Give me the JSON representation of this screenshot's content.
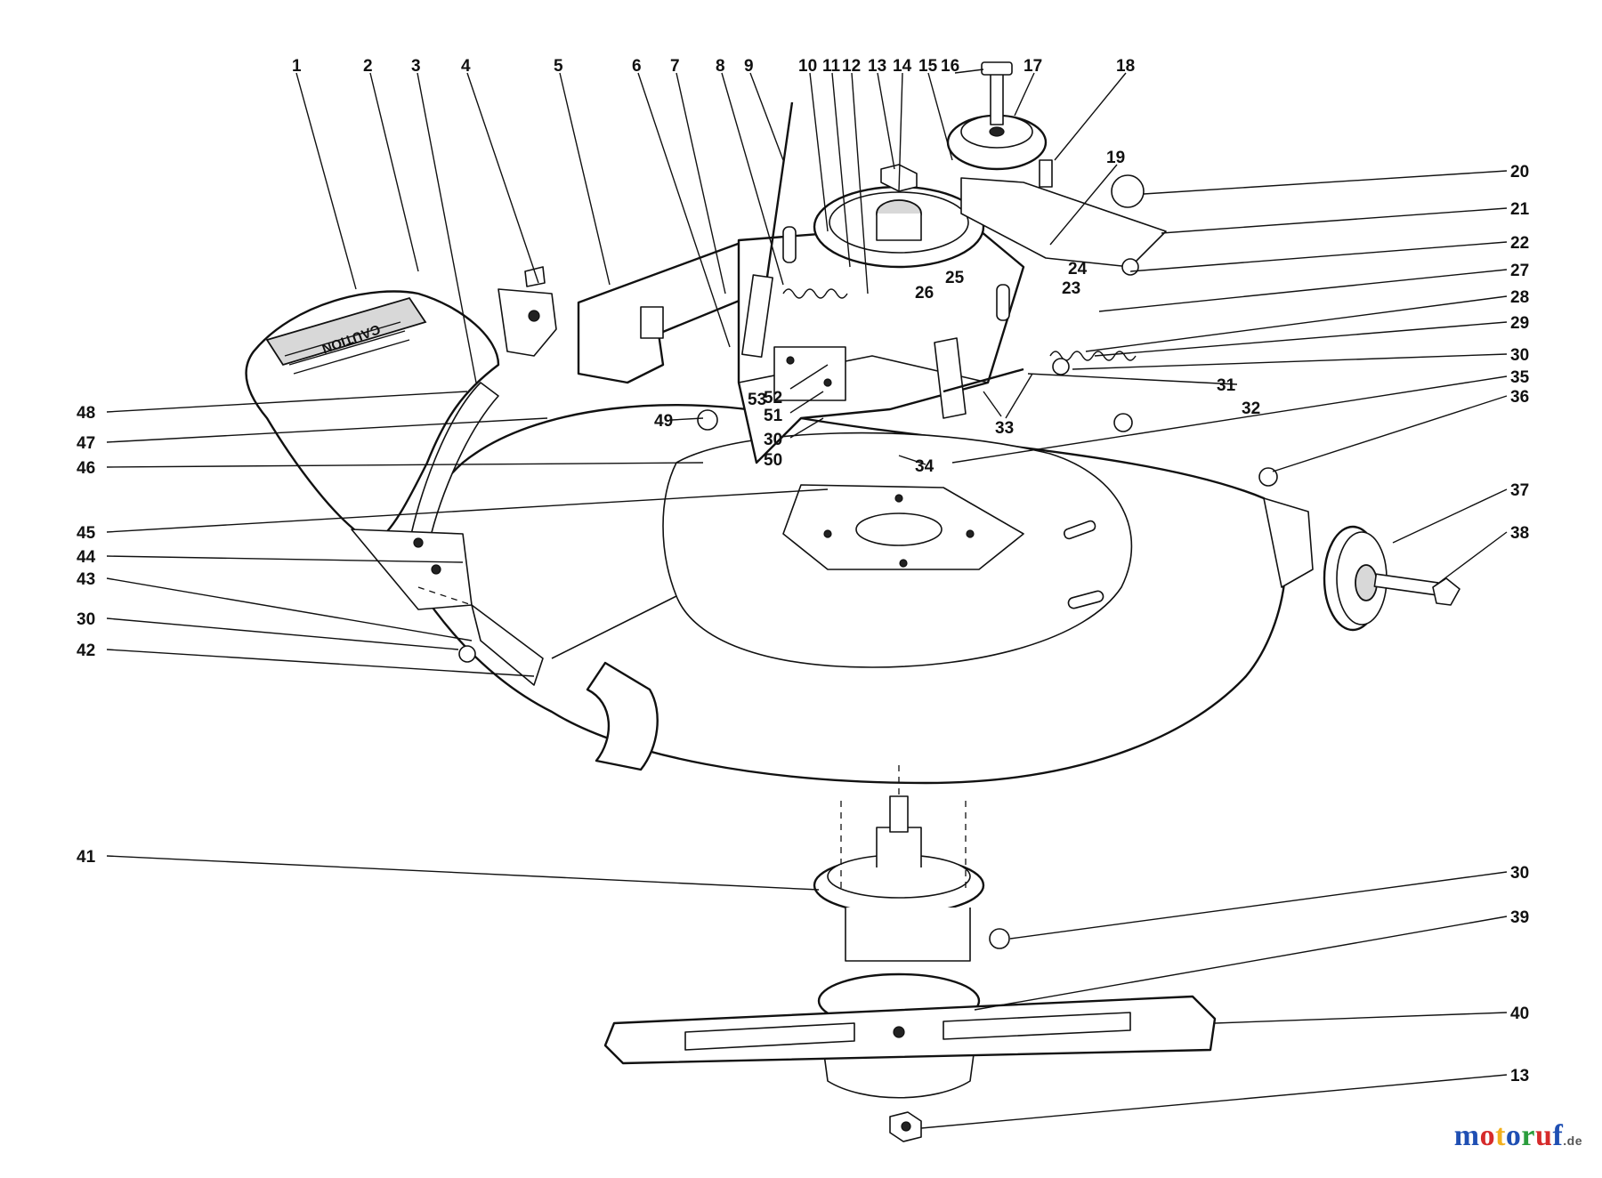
{
  "diagram": {
    "caution_decal_text": "CAUTION",
    "part_numbers": [
      "1",
      "2",
      "3",
      "4",
      "5",
      "6",
      "7",
      "8",
      "9",
      "10",
      "11",
      "12",
      "13",
      "14",
      "15",
      "16",
      "17",
      "18",
      "19",
      "20",
      "21",
      "22",
      "27",
      "28",
      "29",
      "30",
      "31",
      "35",
      "36",
      "37",
      "38",
      "26",
      "25",
      "23",
      "24",
      "32",
      "33",
      "34",
      "48",
      "47",
      "46",
      "45",
      "44",
      "43",
      "30",
      "42",
      "53",
      "52",
      "51",
      "30",
      "50",
      "49",
      "41",
      "30",
      "39",
      "40",
      "13"
    ]
  },
  "watermark": {
    "brand": "motoruf",
    "tld": ".de",
    "colors": [
      "#1f4fb3",
      "#d62b2b",
      "#f2b01e",
      "#1f4fb3",
      "#2a9d3c",
      "#d62b2b",
      "#1f4fb3"
    ]
  }
}
